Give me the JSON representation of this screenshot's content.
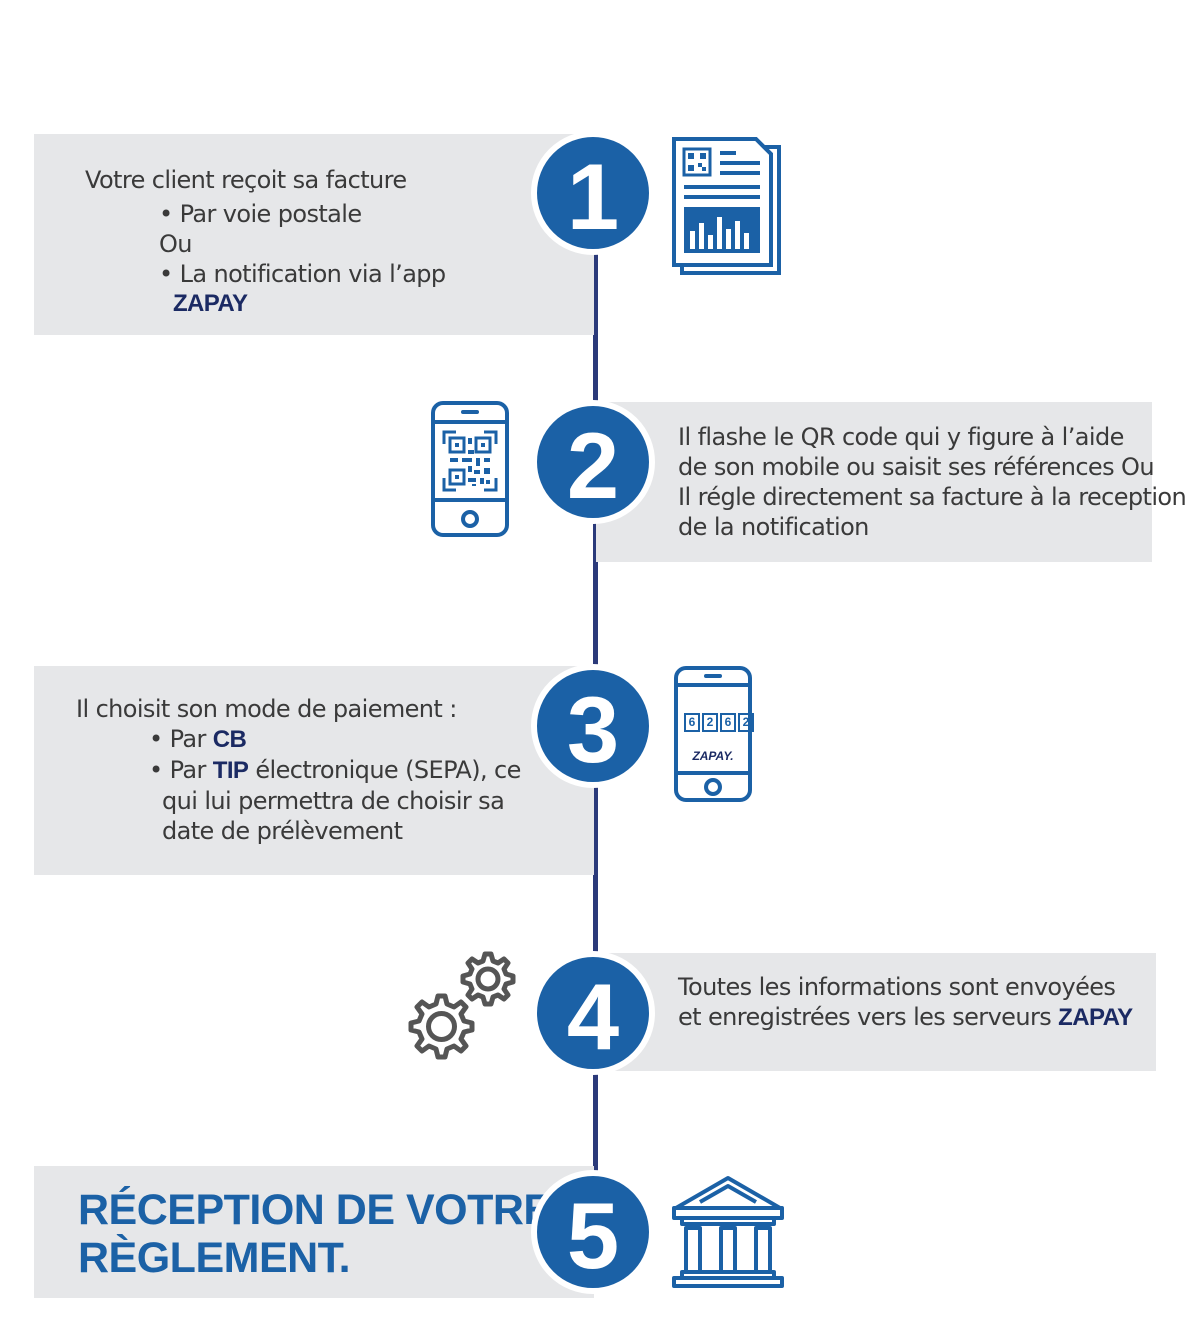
{
  "steps": [
    {
      "number": "1",
      "lines": [
        "Votre client reçoit sa facture",
        "• Par voie postale",
        "Ou",
        "• La notification via l’app",
        "ZAPAY"
      ]
    },
    {
      "number": "2",
      "lines": [
        "Il flashe le QR code qui y figure à l’aide",
        "de son mobile ou saisit ses références Ou",
        "Il régle directement sa facture à la reception",
        "de la notification"
      ]
    },
    {
      "number": "3",
      "intro": "Il choisit son mode de paiement :",
      "bullet1_prefix": "• Par ",
      "bullet1_kw": "CB",
      "bullet2_prefix": "• Par ",
      "bullet2_kw": "TIP",
      "bullet2_rest": " électronique (SEPA), ce",
      "line3": "qui lui permettra de choisir sa",
      "line4": "date de prélèvement",
      "phone_digits": [
        "6",
        "2",
        "6",
        "2"
      ],
      "phone_brand": "ZAPAY."
    },
    {
      "number": "4",
      "line1": "Toutes les informations sont envoyées",
      "line2_prefix": "et enregistrées vers les serveurs ",
      "line2_kw": "ZAPAY"
    },
    {
      "number": "5",
      "title_line1": "RÉCEPTION DE VOTRE",
      "title_line2": "RÈGLEMENT."
    }
  ],
  "icons": {
    "step1": "invoice-document-icon",
    "step2": "phone-qr-scan-icon",
    "step3": "phone-code-icon",
    "step4": "gears-icon",
    "step5": "bank-icon"
  },
  "colors": {
    "accent": "#1b61a6",
    "timeline": "#2b3a7a",
    "box": "#e6e7e9",
    "text": "#3a3a3a",
    "gear": "#555555"
  }
}
